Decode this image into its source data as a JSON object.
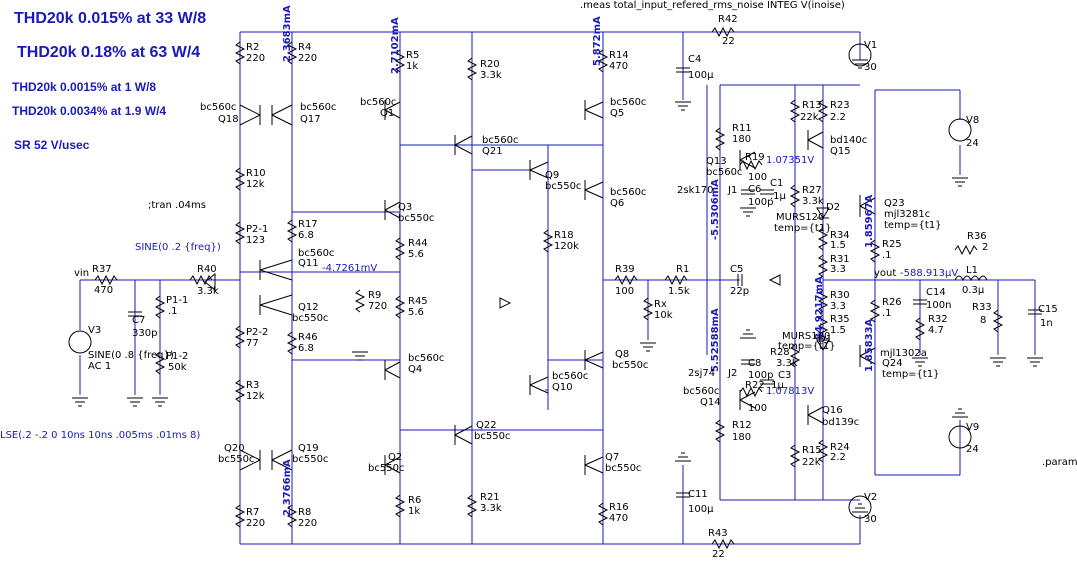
{
  "header": {
    "thd_lines_big": [
      "THD20k 0.015% at 33 W/8",
      "THD20k  0.18% at 63 W/4"
    ],
    "thd_lines_small": [
      "THD20k 0.0015% at 1 W/8",
      "THD20k 0.0034% at 1.9 W/4"
    ],
    "slew_rate": "SR 52 V/usec"
  },
  "directives": {
    "meas": ".meas total_input_refered_rms_noise INTEG V(inoise)",
    "tran": ";tran .04ms",
    "sine": "SINE(0 .2 {freq})",
    "pulse": "LSE(.2 -.2 0 10ns 10ns .005ms .01ms 8)",
    "param": ".param"
  },
  "sources": {
    "v3": "V3",
    "v3_value": "SINE(0 .8 {freq})",
    "v3_ac": "AC 1",
    "v1": "V1",
    "v1_value": "30",
    "v2": "V2",
    "v2_value": "30",
    "v8": "V8",
    "v8_value": "24",
    "v9": "V9",
    "v9_value": "24"
  },
  "nets": {
    "vin": "vin",
    "yout": "yout",
    "yout_voltage": "-588.913µV"
  },
  "annotations": {
    "q11_emitter_v": "-4.7261mV",
    "r19_v": "1.07351V",
    "r22_v": "1.07813V",
    "i_q17": "2.3683mA",
    "i_q1": "2.7102mA",
    "i_q5": "5.872mA",
    "i_q19": "2.3766mA",
    "i_j1": "-5.5306mA",
    "i_j2": "5.52588mA",
    "i_q15": "1.85967A",
    "i_q24": "1.85833A",
    "i_r30": "84.9217mA"
  },
  "components": [
    {
      "ref": "R2",
      "value": "220"
    },
    {
      "ref": "R4",
      "value": "220"
    },
    {
      "ref": "R5",
      "value": "1k"
    },
    {
      "ref": "R20",
      "value": "3.3k"
    },
    {
      "ref": "R14",
      "value": "470"
    },
    {
      "ref": "C4",
      "value": "100µ"
    },
    {
      "ref": "R42",
      "value": "22"
    },
    {
      "ref": "Q18",
      "value": "bc560c"
    },
    {
      "ref": "Q17",
      "value": "bc560c"
    },
    {
      "ref": "Q1",
      "value": "bc560c"
    },
    {
      "ref": "Q21",
      "value": "bc560c"
    },
    {
      "ref": "Q5",
      "value": "bc560c"
    },
    {
      "ref": "R10",
      "value": "12k"
    },
    {
      "ref": "P2-1",
      "value": "123"
    },
    {
      "ref": "R17",
      "value": "6.8"
    },
    {
      "ref": "Q3",
      "value": "bc550c"
    },
    {
      "ref": "Q9",
      "value": "bc550c"
    },
    {
      "ref": "Q6",
      "value": "bc560c"
    },
    {
      "ref": "R18",
      "value": "120k"
    },
    {
      "ref": "R44",
      "value": "5.6"
    },
    {
      "ref": "Q11",
      "value": "bc560c"
    },
    {
      "ref": "R9",
      "value": "720"
    },
    {
      "ref": "R45",
      "value": "5.6"
    },
    {
      "ref": "Q12",
      "value": "bc550c"
    },
    {
      "ref": "R46",
      "value": "6.8"
    },
    {
      "ref": "P2-2",
      "value": "77"
    },
    {
      "ref": "Q4",
      "value": "bc560c"
    },
    {
      "ref": "Q8",
      "value": "bc550c"
    },
    {
      "ref": "Q10",
      "value": "bc560c"
    },
    {
      "ref": "R3",
      "value": "12k"
    },
    {
      "ref": "Q22",
      "value": "bc550c"
    },
    {
      "ref": "Q20",
      "value": "bc550c"
    },
    {
      "ref": "Q19",
      "value": "bc550c"
    },
    {
      "ref": "Q2",
      "value": "bc550c"
    },
    {
      "ref": "Q7",
      "value": "bc550c"
    },
    {
      "ref": "R6",
      "value": "1k"
    },
    {
      "ref": "R21",
      "value": "3.3k"
    },
    {
      "ref": "R16",
      "value": "470"
    },
    {
      "ref": "C11",
      "value": "100µ"
    },
    {
      "ref": "R7",
      "value": "220"
    },
    {
      "ref": "R8",
      "value": "220"
    },
    {
      "ref": "R43",
      "value": "22"
    },
    {
      "ref": "R37",
      "value": "470"
    },
    {
      "ref": "C7",
      "value": "330p"
    },
    {
      "ref": "P1-1",
      "value": ".1"
    },
    {
      "ref": "P1-2",
      "value": "50k"
    },
    {
      "ref": "R40",
      "value": "3.3k"
    },
    {
      "ref": "R39",
      "value": "100"
    },
    {
      "ref": "Rx",
      "value": "10k"
    },
    {
      "ref": "R1",
      "value": "1.5k"
    },
    {
      "ref": "C5",
      "value": "22p"
    },
    {
      "ref": "R11",
      "value": "180"
    },
    {
      "ref": "Q13",
      "value": "bc560c"
    },
    {
      "ref": "R19",
      "value": "100"
    },
    {
      "ref": "C1",
      "value": ".1µ"
    },
    {
      "ref": "C6",
      "value": "100p"
    },
    {
      "ref": "J1",
      "value": "2sk170"
    },
    {
      "ref": "R13",
      "value": "22k"
    },
    {
      "ref": "R23",
      "value": "2.2"
    },
    {
      "ref": "Q15",
      "value": "bd140c"
    },
    {
      "ref": "R27",
      "value": "3.3k"
    },
    {
      "ref": "D2",
      "value": "MURS120"
    },
    {
      "ref": "R34",
      "value": "1.5"
    },
    {
      "ref": "R25",
      "value": ".1"
    },
    {
      "ref": "Q23",
      "value": "mjl3281c"
    },
    {
      "ref": "R31",
      "value": "3.3"
    },
    {
      "ref": "R36",
      "value": "2"
    },
    {
      "ref": "L1",
      "value": "0.3µ"
    },
    {
      "ref": "R30",
      "value": "3.3"
    },
    {
      "ref": "R35",
      "value": "1.5"
    },
    {
      "ref": "D1",
      "value": "MURS120"
    },
    {
      "ref": "R26",
      "value": ".1"
    },
    {
      "ref": "C14",
      "value": "100n"
    },
    {
      "ref": "R32",
      "value": "4.7"
    },
    {
      "ref": "R33",
      "value": "8"
    },
    {
      "ref": "C15",
      "value": "1n"
    },
    {
      "ref": "Q24",
      "value": "mjl1302a"
    },
    {
      "ref": "R28",
      "value": "3.3k"
    },
    {
      "ref": "C8",
      "value": "100p"
    },
    {
      "ref": "C3",
      "value": ".1µ"
    },
    {
      "ref": "J2",
      "value": "2sj74"
    },
    {
      "ref": "R22",
      "value": "100"
    },
    {
      "ref": "Q14",
      "value": "bc560c"
    },
    {
      "ref": "R12",
      "value": "180"
    },
    {
      "ref": "Q16",
      "value": "bd139c"
    },
    {
      "ref": "R15",
      "value": "22k"
    },
    {
      "ref": "R24",
      "value": "2.2"
    }
  ],
  "temps": {
    "t1": "temp={t1}"
  }
}
